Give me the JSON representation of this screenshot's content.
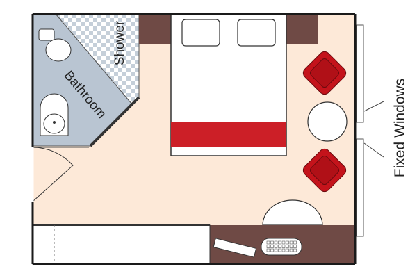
{
  "labels": {
    "shower": "Shower",
    "bathroom": "Bathroom",
    "fixed_windows": "Fixed Windows"
  },
  "colors": {
    "floor": "#fde9d8",
    "wall": "#1a1a1a",
    "wood": "#6f4a45",
    "bathroom_floor": "#b9c5d2",
    "shower_tile_a": "#c5cfd9",
    "shower_tile_b": "#ffffff",
    "bed_stripe": "#cc1f27",
    "chair": "#c4131b",
    "fixture": "#ffffff"
  },
  "icons": [
    "toilet-icon",
    "sink-icon",
    "pillow-icon",
    "armchair-icon",
    "laptop-icon",
    "keyboard-icon"
  ]
}
